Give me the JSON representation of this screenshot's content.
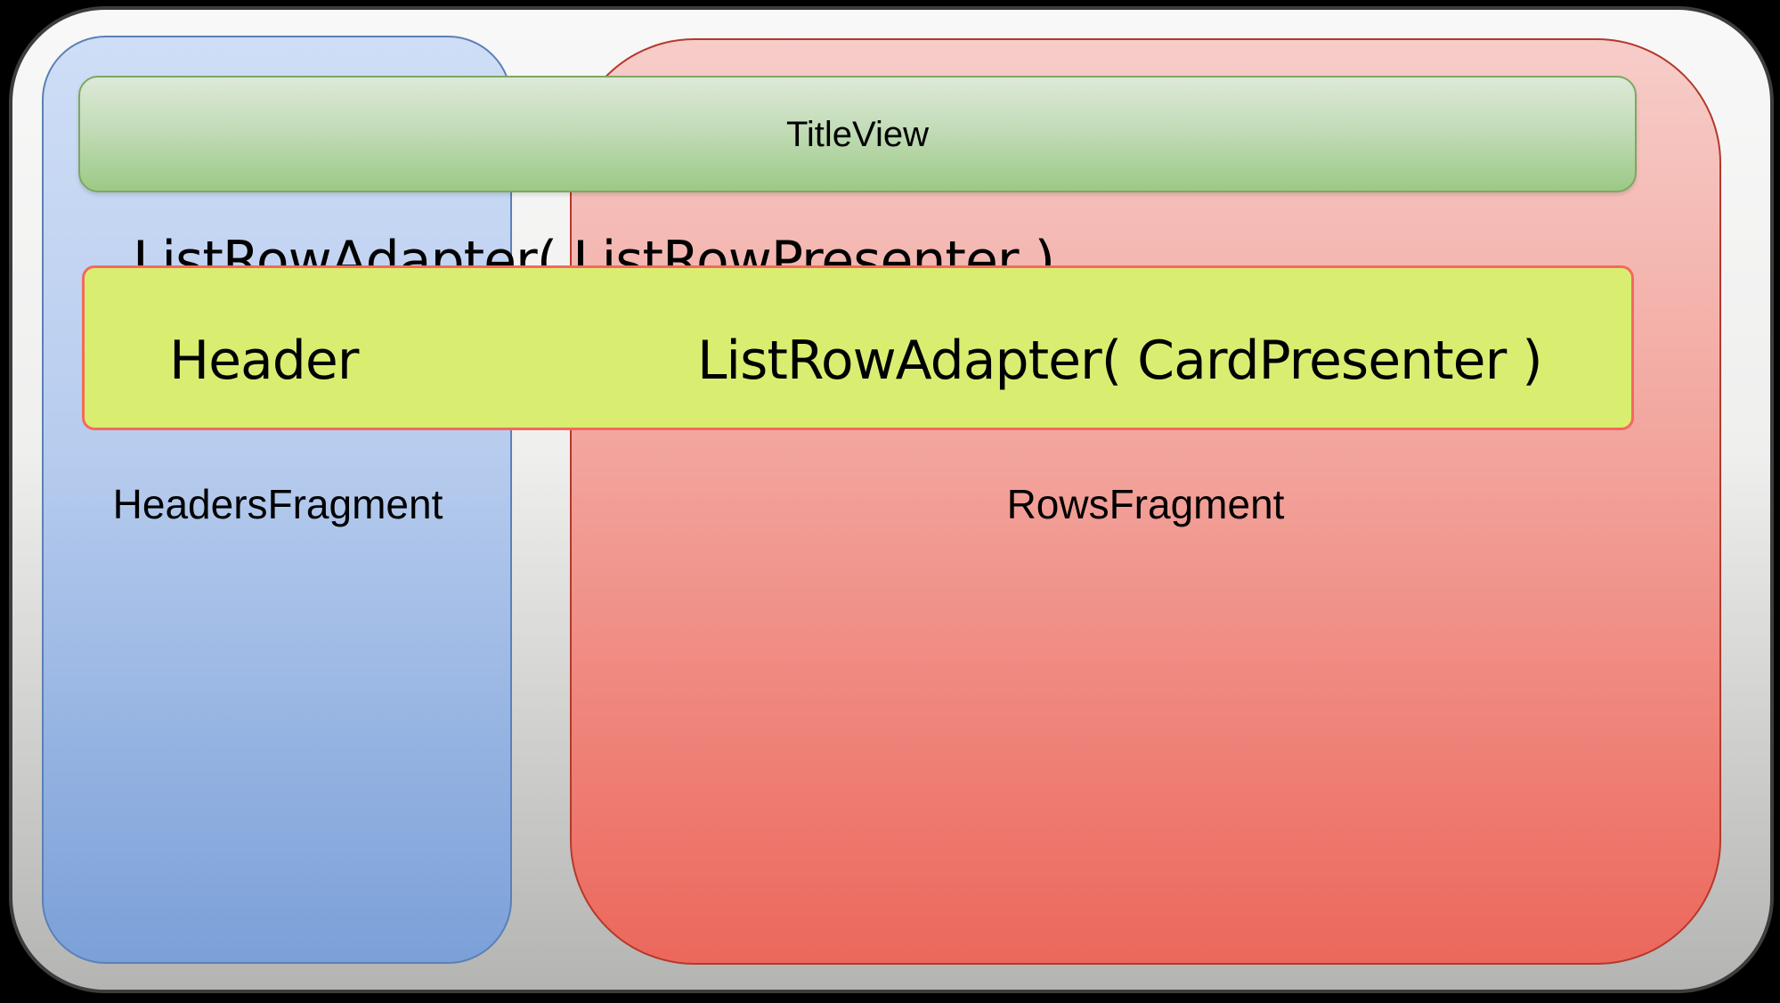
{
  "diagram": {
    "title_view_label": "TitleView",
    "list_row_presenter_label": "ListRowAdapter( ListRowPresenter )",
    "header_label": "Header",
    "card_presenter_label": "ListRowAdapter( CardPresenter )",
    "headers_fragment_label": "HeadersFragment",
    "rows_fragment_label": "RowsFragment"
  },
  "colors": {
    "background": "#000000",
    "container_fill_top": "#f8f8f8",
    "container_fill_bottom": "#b4b4b2",
    "container_border": "#3d3d3d",
    "headers_box_fill_top": "#cfdef6",
    "headers_box_fill_bottom": "#7ba0d8",
    "headers_box_border": "#5b80b8",
    "rows_box_fill_top": "#f7cdc9",
    "rows_box_fill_bottom": "#ec675c",
    "rows_box_border": "#b5382b",
    "title_bar_fill_top": "#dde9d7",
    "title_bar_fill_bottom": "#9cc985",
    "title_bar_border": "#7da761",
    "list_row_box_fill": "#d9ee71",
    "list_row_box_border": "#f4695c",
    "text": "#000000"
  }
}
